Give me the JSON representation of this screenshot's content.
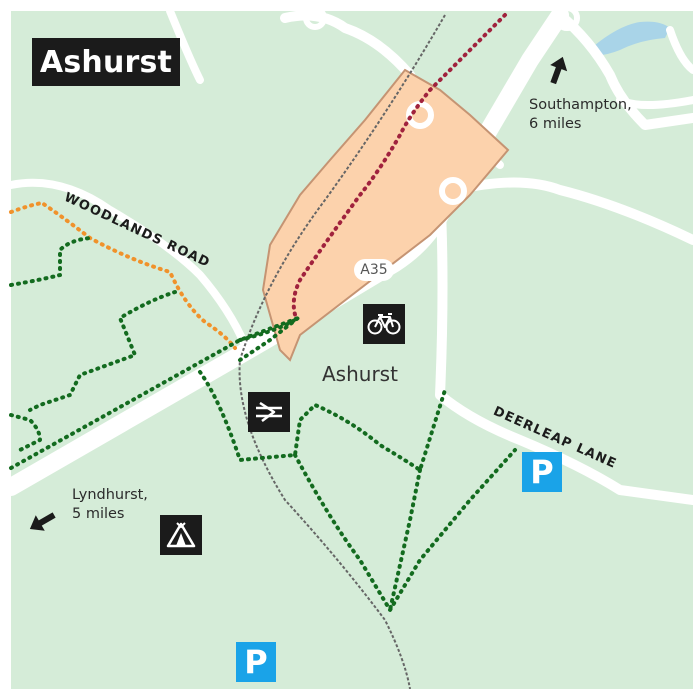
{
  "map": {
    "title": "Ashurst",
    "place_label": "Ashurst",
    "road_badge": "A35",
    "roads": {
      "woodlands": "WOODLANDS ROAD",
      "deerleap": "DEERLEAP LANE"
    },
    "directions": {
      "southampton_line1": "Southampton,",
      "southampton_line2": "6 miles",
      "lyndhurst_line1": "Lyndhurst,",
      "lyndhurst_line2": "5 miles"
    },
    "parking_symbol": "P",
    "icons": [
      "bicycle-icon",
      "rail-icon",
      "campsite-icon",
      "parking-icon"
    ],
    "colors": {
      "land": "#d5ecd8",
      "road": "#ffffff",
      "village": "#fcd2ac",
      "village_outline": "#c59473",
      "green_trail": "#136b1f",
      "orange_trail": "#f0922b",
      "red_trail": "#a0223d",
      "railway": "#666666",
      "water": "#a9d4e8",
      "parking": "#1aa3e8",
      "label_bg": "#1b1b1b"
    }
  }
}
